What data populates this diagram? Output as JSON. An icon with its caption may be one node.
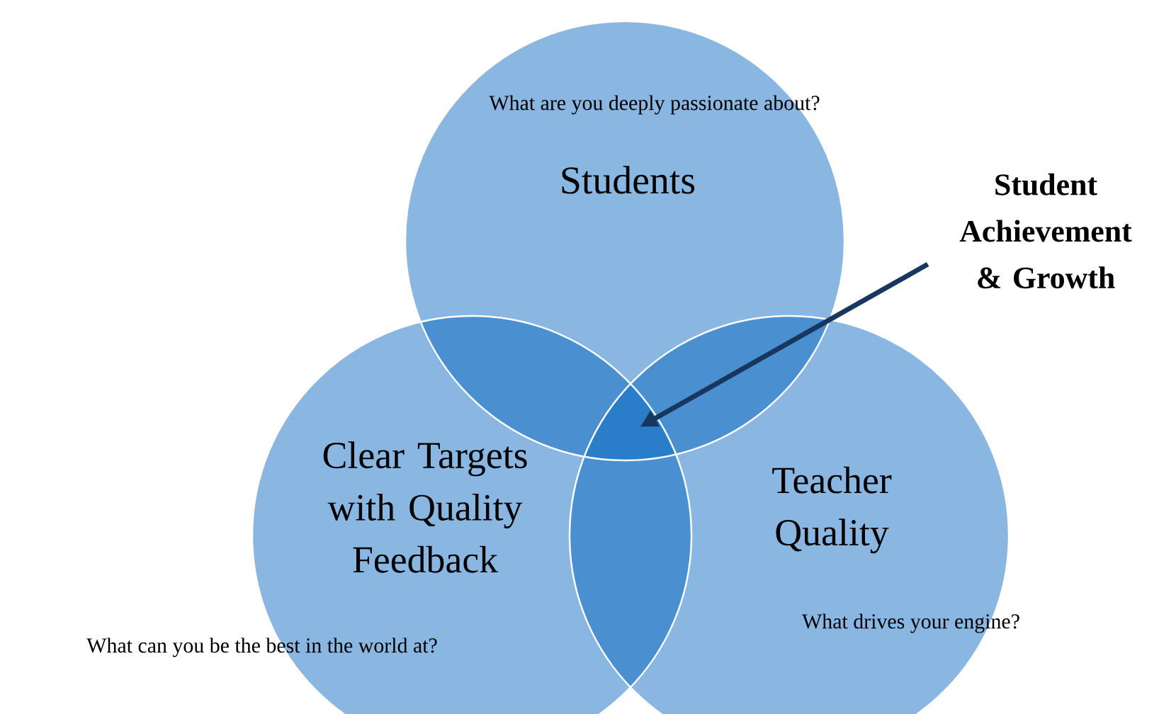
{
  "diagram": {
    "nodes": [
      {
        "text": [
          "Students"
        ],
        "beside": [
          "What are you deeply passionate about?"
        ]
      },
      {
        "text": [
          "Clear Targets with Quality Feedback"
        ],
        "beside": [
          "What can you be the best in the world at?"
        ]
      },
      {
        "text": [
          "Teacher Quality"
        ],
        "beside": [
          "What drives your engine?"
        ]
      },
      {
        "text": [
          "Student Achievement & Growth"
        ]
      },
      {
        "text": [],
        "shape": "lens"
      }
    ],
    "edges": [
      {
        "from": 3,
        "to": 4,
        "arrow": "to"
      }
    ]
  }
}
